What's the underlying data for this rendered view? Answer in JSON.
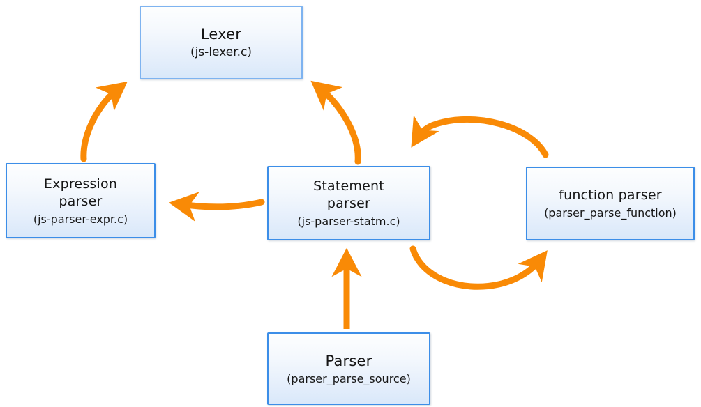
{
  "diagram": {
    "title": "JS parser module relationship diagram",
    "background_color": "#ffffff",
    "arrow_color": "#f98a06",
    "box_border_color": "#3c8ee8",
    "box_border_color_light": "#7eb3f0",
    "box_fill_top": "#fdfefe",
    "box_fill_bottom": "#d9e8fa",
    "nodes": [
      {
        "id": "lexer",
        "title": "Lexer",
        "subtitle": "(js-lexer.c)"
      },
      {
        "id": "expression-parser",
        "title": "Expression\nparser",
        "subtitle": "(js-parser-expr.c)"
      },
      {
        "id": "statement-parser",
        "title": "Statement\nparser",
        "subtitle": "(js-parser-statm.c)"
      },
      {
        "id": "function-parser",
        "title": "function parser",
        "subtitle": "(parser_parse_function)"
      },
      {
        "id": "parser",
        "title": "Parser",
        "subtitle": "(parser_parse_source)"
      }
    ],
    "edges": [
      {
        "id": "expression-to-lexer",
        "from": "expression-parser",
        "to": "lexer",
        "style": "curved-arrow"
      },
      {
        "id": "statement-to-lexer",
        "from": "statement-parser",
        "to": "lexer",
        "style": "curved-arrow"
      },
      {
        "id": "statement-to-expression",
        "from": "statement-parser",
        "to": "expression-parser",
        "style": "straight-arrow"
      },
      {
        "id": "function-to-statement",
        "from": "function-parser",
        "to": "statement-parser",
        "style": "arc-arrow-top"
      },
      {
        "id": "statement-to-function",
        "from": "statement-parser",
        "to": "function-parser",
        "style": "arc-arrow-bottom"
      },
      {
        "id": "parser-to-statement",
        "from": "parser",
        "to": "statement-parser",
        "style": "straight-arrow"
      }
    ]
  }
}
